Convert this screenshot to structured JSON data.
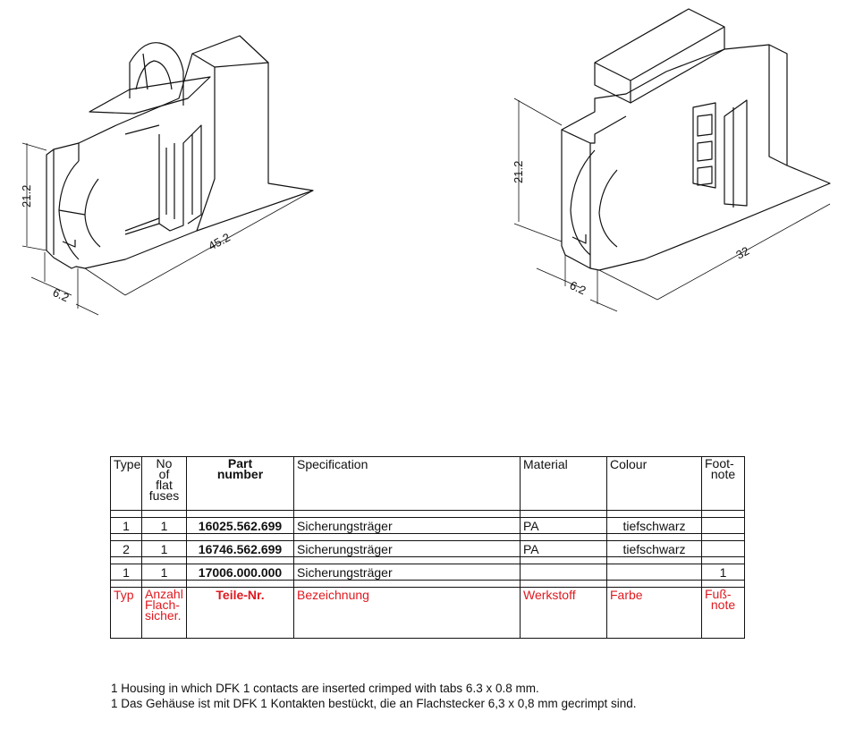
{
  "drawings": {
    "left": {
      "dim_height": "21.2",
      "dim_depth": "6.2",
      "dim_length": "45.2"
    },
    "right": {
      "dim_height": "21.2",
      "dim_depth": "6.2",
      "dim_length": "32"
    }
  },
  "table": {
    "header_en": {
      "type": "Type",
      "no": "No",
      "no_of": "of",
      "no_flat": "flat",
      "no_fuses": "fuses",
      "part": "Part",
      "part_number": "number",
      "specification": "Specification",
      "material": "Material",
      "colour": "Colour",
      "foot": "Foot-",
      "note": "note"
    },
    "rows": [
      {
        "type": "1",
        "count": "1",
        "part": "16025.562.699",
        "spec": "Sicherungsträger",
        "material": "PA",
        "colour": "tiefschwarz",
        "footnote": ""
      },
      {
        "type": "2",
        "count": "1",
        "part": "16746.562.699",
        "spec": "Sicherungsträger",
        "material": "PA",
        "colour": "tiefschwarz",
        "footnote": ""
      },
      {
        "type": "1",
        "count": "1",
        "part": "17006.000.000",
        "spec": "Sicherungsträger",
        "material": "",
        "colour": "",
        "footnote": "1"
      }
    ],
    "header_de": {
      "type": "Typ",
      "count_1": "Anzahl",
      "count_2": "Flach-",
      "count_3": "sicher.",
      "part": "Teile-Nr.",
      "specification": "Bezeichnung",
      "material": "Werkstoff",
      "colour": "Farbe",
      "foot": "Fuß-",
      "note": "note"
    }
  },
  "footnotes": {
    "en": "1 Housing in which DFK 1 contacts are inserted crimped with tabs 6.3 x 0.8 mm.",
    "de": "1 Das Gehäuse ist mit DFK 1 Kontakten bestückt, die an Flachstecker 6,3 x 0,8 mm gecrimpt sind."
  }
}
